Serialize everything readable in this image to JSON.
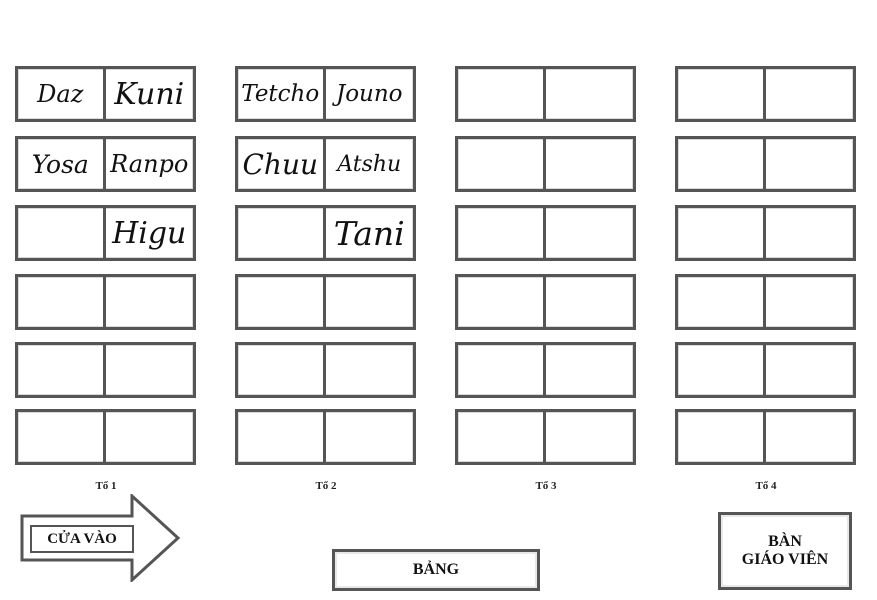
{
  "groups": [
    {
      "label": "Tổ 1",
      "desks": [
        {
          "left": "Daz",
          "right": "Kuni"
        },
        {
          "left": "Yosa",
          "right": "Ranpo"
        },
        {
          "left": "",
          "right": "Higu"
        },
        {
          "left": "",
          "right": ""
        },
        {
          "left": "",
          "right": ""
        },
        {
          "left": "",
          "right": ""
        }
      ]
    },
    {
      "label": "Tổ 2",
      "desks": [
        {
          "left": "Tetcho",
          "right": "Jouno"
        },
        {
          "left": "Chuu",
          "right": "Atshu"
        },
        {
          "left": "",
          "right": "Tani"
        },
        {
          "left": "",
          "right": ""
        },
        {
          "left": "",
          "right": ""
        },
        {
          "left": "",
          "right": ""
        }
      ]
    },
    {
      "label": "Tổ 3",
      "desks": [
        {
          "left": "",
          "right": ""
        },
        {
          "left": "",
          "right": ""
        },
        {
          "left": "",
          "right": ""
        },
        {
          "left": "",
          "right": ""
        },
        {
          "left": "",
          "right": ""
        },
        {
          "left": "",
          "right": ""
        }
      ]
    },
    {
      "label": "Tổ 4",
      "desks": [
        {
          "left": "",
          "right": ""
        },
        {
          "left": "",
          "right": ""
        },
        {
          "left": "",
          "right": ""
        },
        {
          "left": "",
          "right": ""
        },
        {
          "left": "",
          "right": ""
        },
        {
          "left": "",
          "right": ""
        }
      ]
    }
  ],
  "door": {
    "label": "CỬA VÀO"
  },
  "board": {
    "label": "BẢNG"
  },
  "teacher_desk": {
    "line1": "BÀN",
    "line2": "GIÁO VIÊN"
  }
}
